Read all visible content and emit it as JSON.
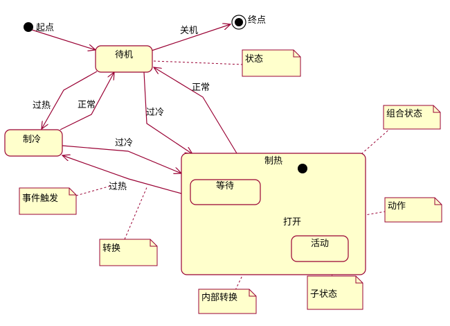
{
  "colors": {
    "state_fill": "#ffffcc",
    "line": "#990033",
    "note_border": "#990033",
    "marker": "#000000"
  },
  "icons": {
    "initial": "filled-circle-icon",
    "final": "bullseye-circle-icon",
    "note": "folded-note-icon"
  },
  "pseudo_states": {
    "initial_label": "起点",
    "final_label": "终点"
  },
  "states": {
    "standby": "待机",
    "cooling": "制冷",
    "heating": "制热",
    "waiting": "等待",
    "active": "活动"
  },
  "transitions": {
    "shutdown": "关机",
    "overheat_1": "过热",
    "normal_1": "正常",
    "cold_1": "过冷",
    "normal_2": "正常",
    "cold_2": "过冷",
    "overheat_2": "过热",
    "open": "打开"
  },
  "notes": {
    "state": "状态",
    "composite_state": "组合状态",
    "event_trigger": "事件触发",
    "action": "动作",
    "transition": "转换",
    "internal_transition": "内部转换",
    "substate": "子状态"
  }
}
